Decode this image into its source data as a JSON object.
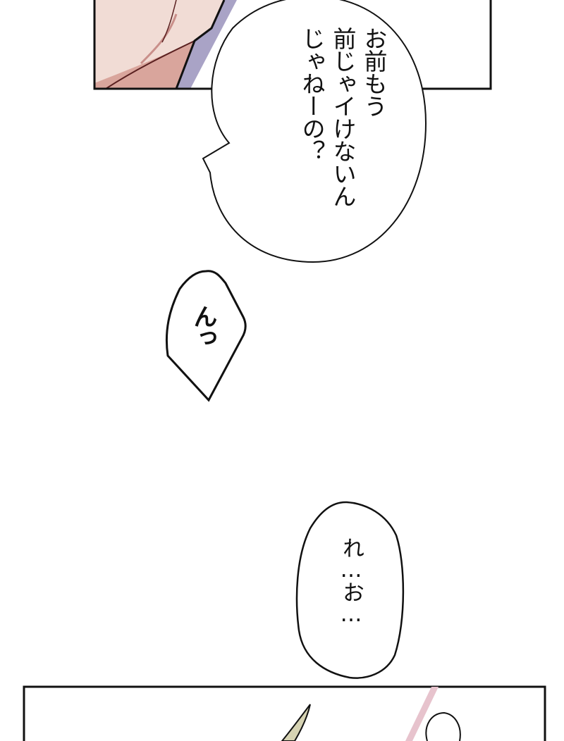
{
  "comic": {
    "panels": [
      {
        "id": "panel-top",
        "description": "character close-up (skin and lavender garment)",
        "colors": {
          "skin": "#f0d8d2",
          "shadow": "#c98f8a",
          "garment": "#a7a2c4",
          "line": "#4a1c1c"
        }
      },
      {
        "id": "panel-bottom",
        "description": "partial panel with horn/leaf shape and pink light streak",
        "colors": {
          "horn": "#d6d3b4",
          "streak": "#e8c6d0"
        }
      }
    ],
    "bubbles": [
      {
        "id": "bubble-1",
        "shape": "oval speech bubble with tail",
        "text": "お前もう\n前じゃイけないん\nじゃねーの？"
      },
      {
        "id": "bubble-2",
        "shape": "diamond bubble",
        "text": "んっ"
      },
      {
        "id": "bubble-3",
        "shape": "rounded lozenge bubble",
        "text": "れ…お…"
      }
    ]
  }
}
